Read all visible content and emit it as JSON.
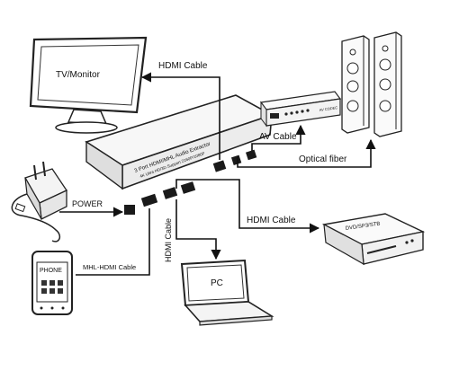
{
  "labels": {
    "tv_monitor": "TV/Monitor",
    "hdmi_cable_top": "HDMI Cable",
    "av_cable": "AV Cable",
    "optical_fiber": "Optical fiber",
    "power": "POWER",
    "hdmi_cable_dvd": "HDMI Cable",
    "hdmi_cable_vertical": "HDMI Cable",
    "mhl_hdmi_cable": "MHL-HDMI Cable",
    "phone": "PHONE",
    "pc": "PC",
    "dvd": "DVD/SP3/STB",
    "device_title": "3 Port HDMI/MHL Audio Extractor",
    "device_subtitle": "4K Ultra HD/3D Support 2160P/1080P",
    "receiver_badge": "AV CODEC"
  },
  "colors": {
    "line": "#111111",
    "device_body": "#f6f6f6",
    "port": "#1a1a1a"
  }
}
